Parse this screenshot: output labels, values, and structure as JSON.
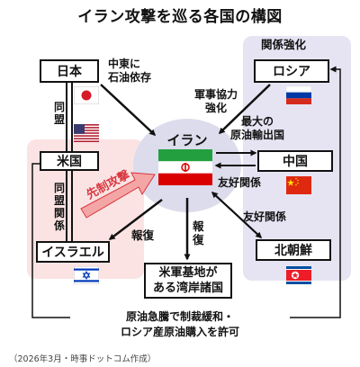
{
  "title": "イラン攻撃を巡る各国の構図",
  "countries": {
    "japan": "日本",
    "usa": "米国",
    "israel": "イスラエル",
    "iran": "イラン",
    "russia": "ロシア",
    "china": "中国",
    "north_korea": "北朝鮮",
    "us_bases": "米軍基地が\nある湾岸諸国"
  },
  "relations": {
    "cooperation_group": "関係強化",
    "japan_iran": "中東に\n石油依存",
    "russia_iran": "軍事協力\n強化",
    "china_iran": "最大の\n原油輸出国",
    "china_iran_friendly": "友好関係",
    "nk_iran": "友好関係",
    "japan_usa_1": "同",
    "japan_usa_2": "盟",
    "usa_israel_1": "同",
    "usa_israel_2": "盟",
    "usa_israel_3": "関",
    "usa_israel_4": "係",
    "preemptive_strike": "先制攻撃",
    "retaliation_israel": "報復",
    "retaliation_bases_1": "報",
    "retaliation_bases_2": "復",
    "bottom_note": "原油急騰で制裁緩和・\nロシア産原油購入を許可"
  },
  "caption": "（2026年3月・時事ドットコム作成）",
  "colors": {
    "cooperation_bg": "#e6e4f3",
    "usa_israel_bg": "#fbe3e3",
    "iran_circle": "#dcdcec",
    "preemptive": "#d9363e",
    "preemptive_arrow": "#f4a6a6",
    "ink": "#111111"
  }
}
